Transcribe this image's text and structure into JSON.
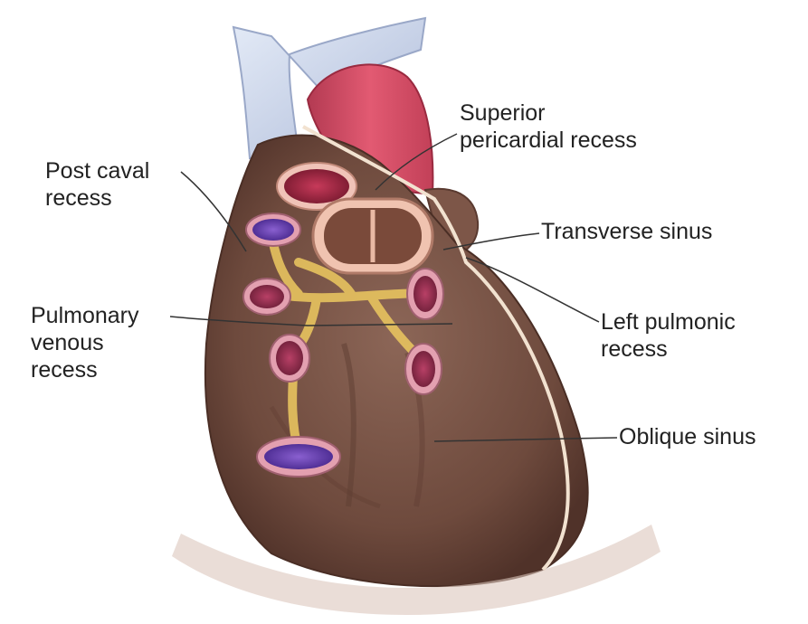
{
  "labels": {
    "superior_pericardial_recess": "Superior\npericardial recess",
    "post_caval_recess": "Post caval\nrecess",
    "transverse_sinus": "Transverse sinus",
    "pulmonary_venous_recess": "Pulmonary\nvenous\nrecess",
    "left_pulmonic_recess": "Left pulmonic\nrecess",
    "oblique_sinus": "Oblique sinus"
  },
  "colors": {
    "pericardium": "#7a5547",
    "pericardium_dark": "#5a3a30",
    "aorta": "#d94a62",
    "svc": "#c9d3ea",
    "pulmonary_vein_lumen": "#6a3fb0",
    "pulmonary_vein_wall": "#e3a0b0",
    "reflection": "#e8c060",
    "leader_line": "#333333"
  }
}
